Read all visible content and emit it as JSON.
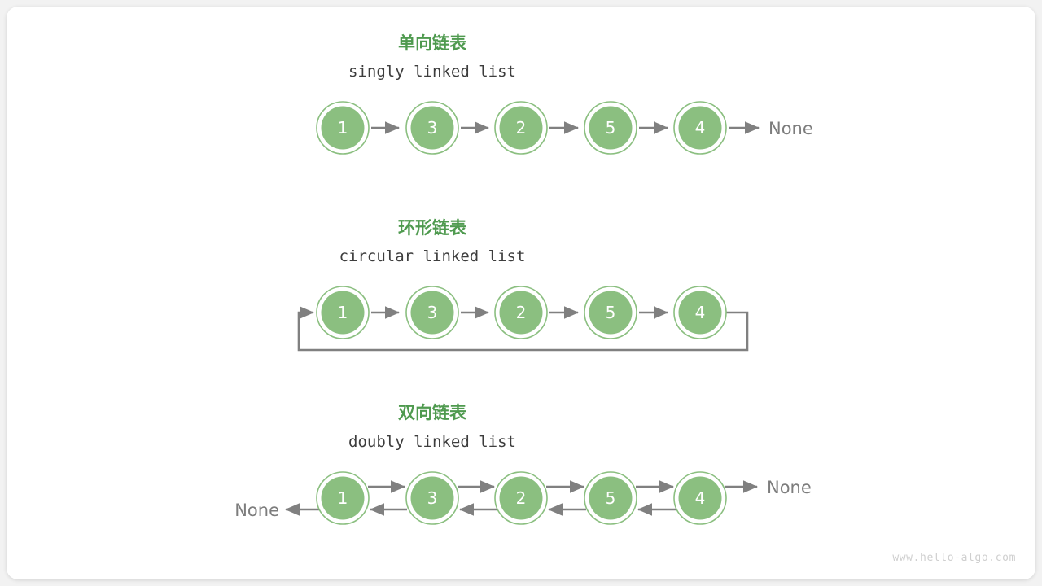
{
  "page": {
    "background_color": "#f2f2f2",
    "card_color": "#ffffff",
    "watermark": "www.hello-algo.com"
  },
  "palette": {
    "node_green": "#8bbf80",
    "title_green": "#4f9a4f",
    "arrow_gray": "#808080",
    "none_gray": "#7d7d7d",
    "subtitle_gray": "#3d3d3d",
    "watermark_gray": "#cfcfcf"
  },
  "sections": [
    {
      "id": "singly",
      "title_zh": "单向链表",
      "title_en": "singly linked list",
      "nodes": [
        "1",
        "3",
        "2",
        "5",
        "4"
      ],
      "head_terminator": "",
      "tail_terminator": "None"
    },
    {
      "id": "circular",
      "title_zh": "环形链表",
      "title_en": "circular linked list",
      "nodes": [
        "1",
        "3",
        "2",
        "5",
        "4"
      ],
      "head_terminator": "",
      "tail_terminator": ""
    },
    {
      "id": "doubly",
      "title_zh": "双向链表",
      "title_en": "doubly linked list",
      "nodes": [
        "1",
        "3",
        "2",
        "5",
        "4"
      ],
      "head_terminator": "None",
      "tail_terminator": "None"
    }
  ]
}
